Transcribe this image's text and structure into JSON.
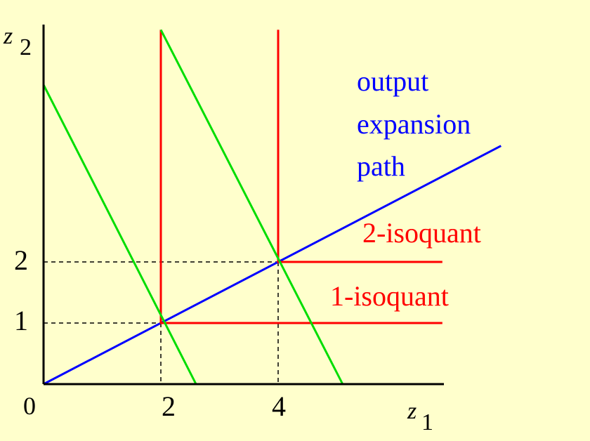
{
  "axes": {
    "x_label": "z",
    "x_label_subscript": "1",
    "y_label": "z",
    "y_label_subscript": "2",
    "origin_label": "0",
    "x_ticks": [
      "2",
      "4"
    ],
    "y_ticks": [
      "1",
      "2"
    ]
  },
  "labels": {
    "expansion_path": [
      "output",
      "expansion",
      "path"
    ],
    "isoquant_1": "1-isoquant",
    "isoquant_2": "2-isoquant"
  },
  "colors": {
    "background": "#FFFFCC",
    "axis": "#000000",
    "isoquant": "#FF0000",
    "isocost": "#00DD00",
    "expansion_path": "#0000FF",
    "guide": "#000000"
  },
  "chart_data": {
    "type": "line",
    "xlim": [
      0,
      6.8
    ],
    "ylim": [
      0,
      6.0
    ],
    "points": [
      {
        "x": 2,
        "y": 1
      },
      {
        "x": 4,
        "y": 2
      }
    ],
    "series": [
      {
        "name": "output expansion path",
        "color": "#0000FF",
        "x": [
          0,
          7.8
        ],
        "y": [
          0,
          3.9
        ]
      },
      {
        "name": "1-isoquant",
        "color": "#FF0000",
        "x": [
          2,
          2,
          6.8
        ],
        "y": [
          5.8,
          1,
          1
        ]
      },
      {
        "name": "2-isoquant",
        "color": "#FF0000",
        "x": [
          4,
          4,
          6.8
        ],
        "y": [
          5.8,
          2,
          2
        ]
      },
      {
        "color": "#00DD00",
        "x": [
          0,
          2.6
        ],
        "y": [
          4.9,
          0
        ]
      },
      {
        "color": "#00DD00",
        "x": [
          2,
          5.1
        ],
        "y": [
          5.8,
          0
        ]
      }
    ]
  }
}
